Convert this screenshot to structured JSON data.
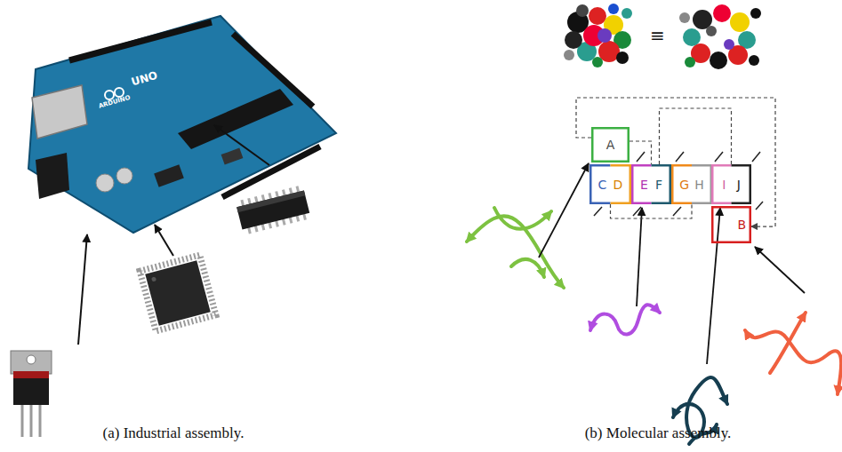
{
  "diagram": {
    "nodes": [
      {
        "text": [
          "A"
        ]
      },
      {
        "text": [
          "C",
          "D"
        ]
      },
      {
        "text": [
          "E",
          "F"
        ]
      },
      {
        "text": [
          "G",
          "H"
        ]
      },
      {
        "text": [
          "I",
          "J"
        ]
      },
      {
        "text": [
          "B"
        ]
      }
    ],
    "edges": [
      {
        "from": 0,
        "to": 5,
        "arrow": "to"
      },
      {
        "from": 0,
        "to": 2,
        "arrow": "none"
      },
      {
        "from": 1,
        "to": 3,
        "arrow": "none"
      },
      {
        "from": 2,
        "to": 4,
        "arrow": "none"
      }
    ],
    "labels": [
      "(a) Industrial assembly.",
      "(b) Molecular assembly.",
      "ARDUINO",
      "UNO",
      "≡"
    ]
  }
}
